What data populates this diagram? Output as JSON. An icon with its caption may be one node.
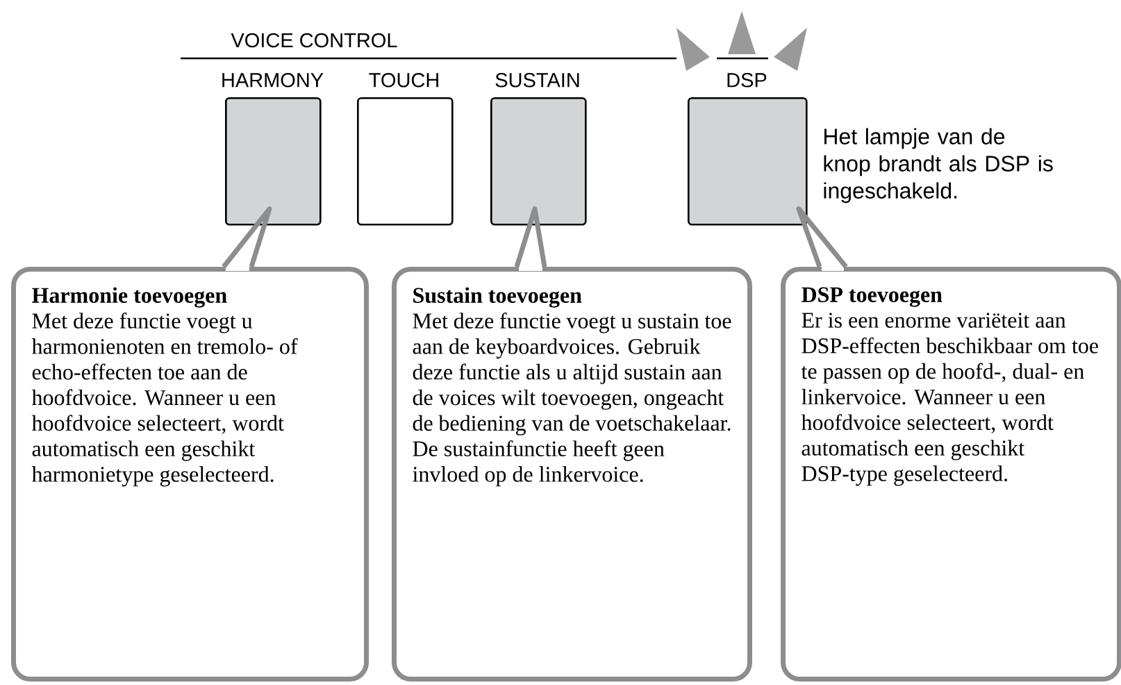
{
  "diagram": {
    "nodes": [
      {
        "text": [
          "HARMONY"
        ]
      },
      {
        "text": [
          "TOUCH"
        ]
      },
      {
        "text": [
          "SUSTAIN"
        ]
      },
      {
        "text": [
          "DSP"
        ],
        "beside": [
          "Het lampje van de knop brandt als DSP is ingeschakeld."
        ]
      },
      {
        "text": [
          "Harmonie toevoegen",
          "Met deze functie voegt u harmonienoten en tremolo- of echo-effecten toe aan de hoofdvoice. Wanneer u een hoofdvoice selecteert, wordt automatisch een geschikt harmonietype geselecteerd."
        ]
      },
      {
        "text": [
          "Sustain toevoegen",
          "Met deze functie voegt u sustain toe aan de keyboardvoices. Gebruik deze functie als u altijd sustain aan de voices wilt toevoegen, ongeacht de bediening van de voetschakelaar. De sustainfunctie heeft geen invloed op de linkervoice."
        ]
      },
      {
        "text": [
          "DSP toevoegen",
          "Er is een enorme variëteit aan DSP-effecten beschikbaar om toe te passen op de hoofd-, dual- en linkervoice. Wanneer u een hoofdvoice selecteert, wordt automatisch een geschikt DSP-type geselecteerd."
        ]
      }
    ],
    "edges": [
      {
        "from": 4,
        "to": 0,
        "arrow": "none"
      },
      {
        "from": 5,
        "to": 2,
        "arrow": "none"
      },
      {
        "from": 6,
        "to": 3,
        "arrow": "none"
      }
    ],
    "labels": [
      "VOICE CONTROL"
    ]
  }
}
